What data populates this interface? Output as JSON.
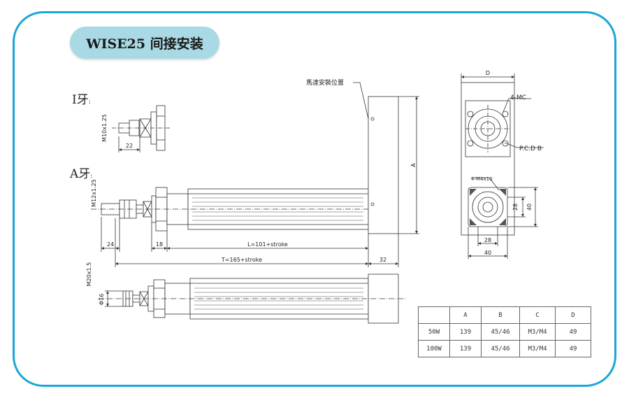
{
  "title": "WISE25 间接安装",
  "labels": {
    "i_thread": "I牙",
    "a_thread": "A牙",
    "thread_suffix": ":",
    "motor_mount": "馬達安裝位置"
  },
  "dimensions": {
    "i_thread_spec": "M10x1.25",
    "i_thread_len": "22",
    "a_thread_spec": "M12x1.25",
    "a_len_24": "24",
    "a_len_18": "18",
    "L": "L=101+stroke",
    "T": "T=165+stroke",
    "end_32": "32",
    "bottom_thread": "M20x1.5",
    "bottom_dia": "Φ16",
    "A": "A",
    "D": "D",
    "holes_4mc": "4-MC",
    "pcd": "P.C.D B",
    "holes_m4": "4-M4x10",
    "w28": "28",
    "w40": "40",
    "h28": "28",
    "h40": "40"
  },
  "table": {
    "headers": [
      "",
      "A",
      "B",
      "C",
      "D"
    ],
    "rows": [
      [
        "50W",
        "139",
        "45/46",
        "M3/M4",
        "49"
      ],
      [
        "100W",
        "139",
        "45/46",
        "M3/M4",
        "49"
      ]
    ]
  },
  "colors": {
    "frame": "#1ba6d8",
    "pill": "#a9d9e4"
  }
}
